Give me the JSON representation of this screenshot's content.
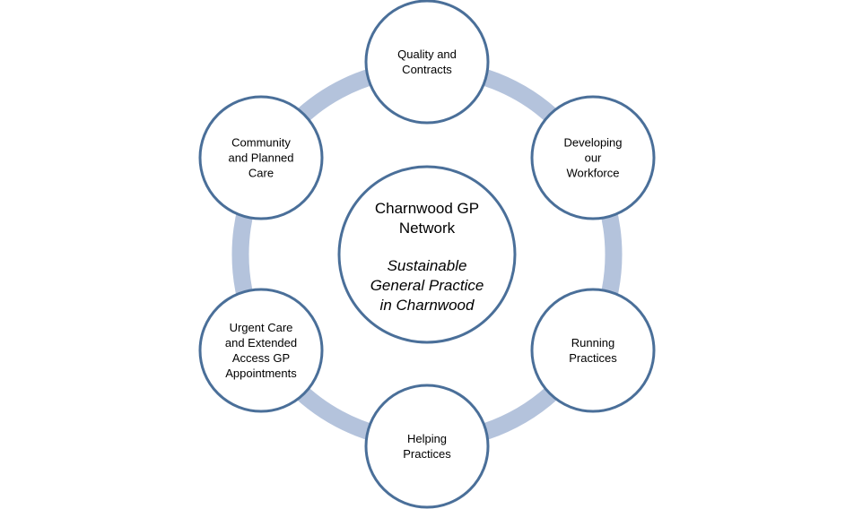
{
  "center": {
    "title_lines": [
      "Charnwood GP",
      "Network"
    ],
    "subtitle_lines": [
      "Sustainable",
      "General Practice",
      "in Charnwood"
    ]
  },
  "nodes": [
    {
      "id": "quality-and-contracts",
      "lines": [
        "Quality and",
        "Contracts"
      ]
    },
    {
      "id": "developing-our-workforce",
      "lines": [
        "Developing",
        "our",
        "Workforce"
      ]
    },
    {
      "id": "running-practices",
      "lines": [
        "Running",
        "Practices"
      ]
    },
    {
      "id": "helping-practices",
      "lines": [
        "Helping",
        "Practices"
      ]
    },
    {
      "id": "urgent-care-and-extended-access",
      "lines": [
        "Urgent Care",
        "and Extended",
        "Access GP",
        "Appointments"
      ]
    },
    {
      "id": "community-and-planned-care",
      "lines": [
        "Community",
        "and Planned",
        "Care"
      ]
    }
  ],
  "colors": {
    "ring": "#b4c3dc",
    "node_border": "#4a6f99",
    "node_fill": "#ffffff",
    "text": "#000000"
  }
}
